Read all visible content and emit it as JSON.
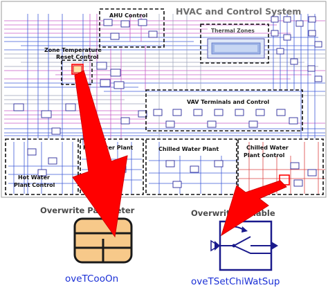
{
  "diagram": {
    "system_title": "HVAC and Control System",
    "blocks": {
      "ahu": "AHU Control",
      "zones": "Thermal Zones",
      "zone_reset_line1": "Zone Temperature",
      "zone_reset_line2": "Reset Control",
      "vav": "VAV Terminals and Control",
      "hw_plant": "Hot Water Plant",
      "hw_plant_ctrl_line1": "Hot Water",
      "hw_plant_ctrl_line2": "Plant Control",
      "chw_plant": "Chilled Water Plant",
      "chw_ctrl_line1": "Chilled Water",
      "chw_ctrl_line2": "Plant Control"
    },
    "overwrite_parameter": {
      "heading": "Overwrite Parameter",
      "instance": "oveTCooOn"
    },
    "overwrite_variable": {
      "heading": "Overwrite Variable",
      "instance": "oveTSetChiWatSup"
    },
    "colors": {
      "arrow": "#ff0000",
      "instance_text": "#1a2fd6",
      "parameter_icon": "#f7c98a",
      "variable_icon": "#1a1a8c"
    }
  }
}
